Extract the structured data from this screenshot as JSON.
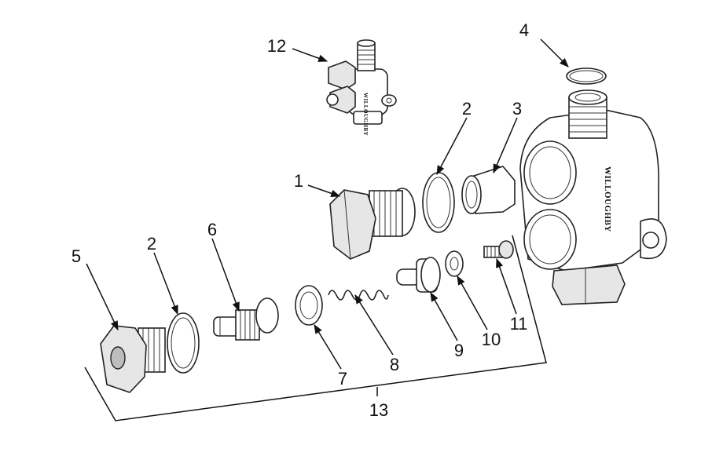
{
  "brand_text": "WILLOUGHBY",
  "callouts": [
    {
      "id": "c1",
      "label": "1"
    },
    {
      "id": "c2a",
      "label": "2"
    },
    {
      "id": "c2b",
      "label": "2"
    },
    {
      "id": "c3",
      "label": "3"
    },
    {
      "id": "c4",
      "label": "4"
    },
    {
      "id": "c5",
      "label": "5"
    },
    {
      "id": "c6",
      "label": "6"
    },
    {
      "id": "c7",
      "label": "7"
    },
    {
      "id": "c8",
      "label": "8"
    },
    {
      "id": "c9",
      "label": "9"
    },
    {
      "id": "c10",
      "label": "10"
    },
    {
      "id": "c11",
      "label": "11"
    },
    {
      "id": "c12",
      "label": "12"
    },
    {
      "id": "c13",
      "label": "13"
    }
  ]
}
